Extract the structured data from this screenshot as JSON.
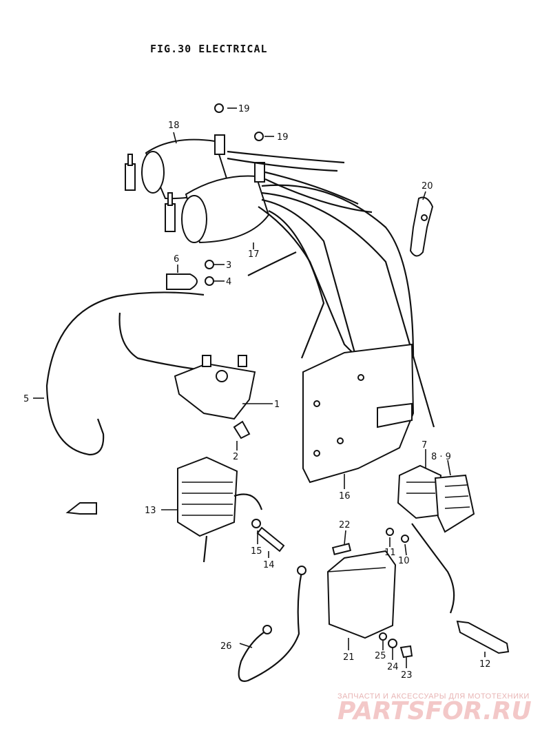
{
  "title": "FIG.30  ELECTRICAL",
  "callouts": {
    "c1": "1",
    "c2": "2",
    "c3": "3",
    "c4": "4",
    "c5": "5",
    "c6": "6",
    "c7": "7",
    "c8_9": "8 · 9",
    "c10": "10",
    "c11": "11",
    "c12": "12",
    "c13": "13",
    "c14": "14",
    "c15": "15",
    "c16": "16",
    "c17": "17",
    "c18": "18",
    "c19a": "19",
    "c19b": "19",
    "c20": "20",
    "c21": "21",
    "c22": "22",
    "c23": "23",
    "c24": "24",
    "c25": "25",
    "c26": "26"
  },
  "watermark": {
    "tagline": "ЗАПЧАСТИ И АКСЕССУАРЫ ДЛЯ МОТОТЕХНИКИ",
    "logo": "PARTSFOR.RU"
  },
  "colors": {
    "ink": "#111111",
    "watermark": "#f3c8c8"
  }
}
